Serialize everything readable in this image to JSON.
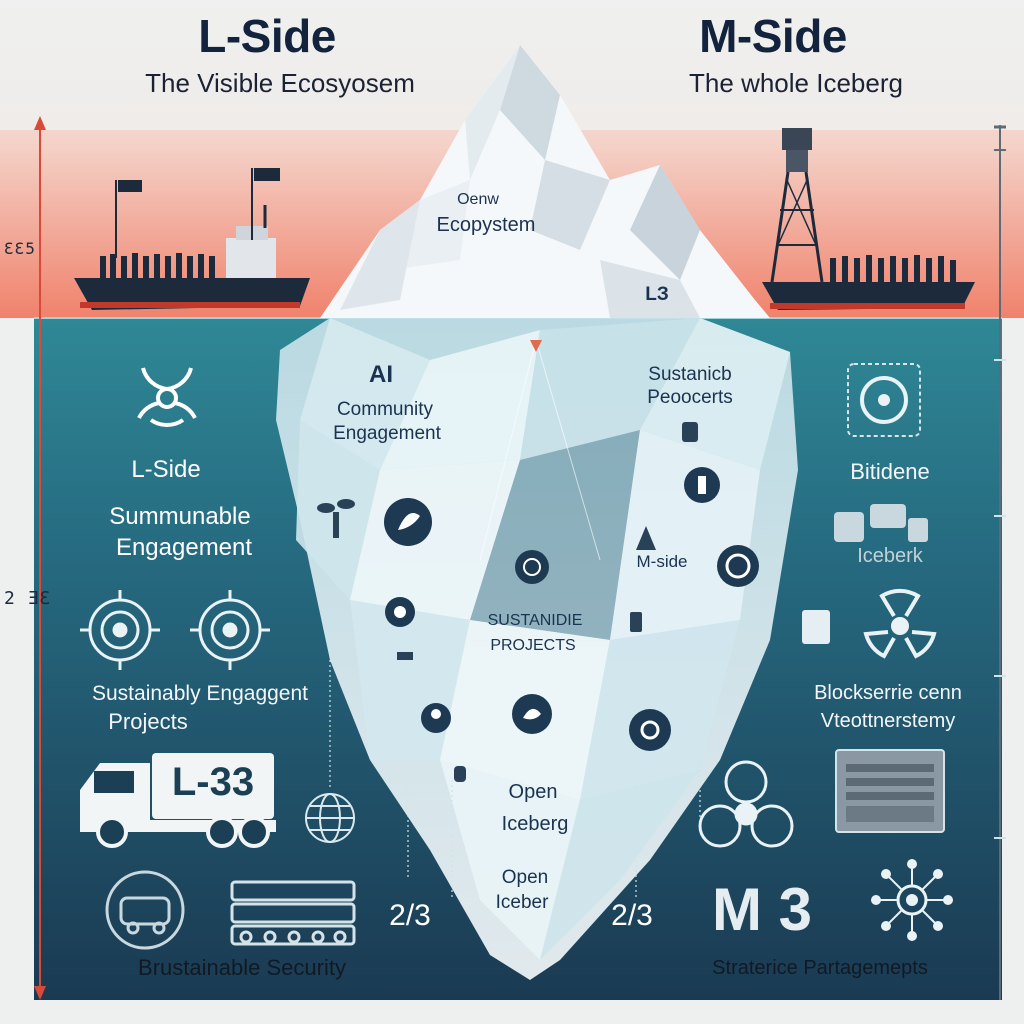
{
  "header": {
    "left_title": "L-Side",
    "left_subtitle": "The Visible Ecosyosem",
    "right_title": "M-Side",
    "right_subtitle": "The whole Iceberg"
  },
  "scale": {
    "upper_mark": "ƐƐ5",
    "lower_mark": "2 ƎƐ"
  },
  "iceberg_labels": {
    "tip": [
      "Oenw",
      "Ecopystem"
    ],
    "tip_right": "LЗ",
    "ai": "AI",
    "community": [
      "Community",
      "Engagement"
    ],
    "sustainable_products": [
      "Sustanicb",
      "Peoocerts"
    ],
    "m_side": "M-side",
    "projects": [
      "SUSTANIDIE",
      "PROJECTS"
    ],
    "open_iceberg": [
      "Open",
      "Iceberg"
    ],
    "open_iceber": [
      "Open",
      "Iceber"
    ]
  },
  "left_panel": {
    "title": "L-Side",
    "engagement": [
      "Summunable",
      "Engagement"
    ],
    "projects": [
      "Sustainably Engaggent",
      "Projects"
    ],
    "truck_label": "L-33",
    "fraction": "2/3",
    "footer": "Brustainable Security"
  },
  "right_panel": {
    "bitidene": "Bitidene",
    "iceberk": "Iceberk",
    "blocks": [
      "Blockserrie cenn",
      "Vteottnerstemy"
    ],
    "fraction": "2/3",
    "m3": "M 3",
    "footer": "Straterice Partagemepts"
  },
  "colors": {
    "sky_top": "#eef0ef",
    "sunset": "#f0826c",
    "water_top": "#2f8896",
    "water_bottom": "#1b3f55",
    "ice": "#d9ecf2",
    "ship_hull": "#1c2a3c",
    "arrow": "#d94a3a"
  }
}
